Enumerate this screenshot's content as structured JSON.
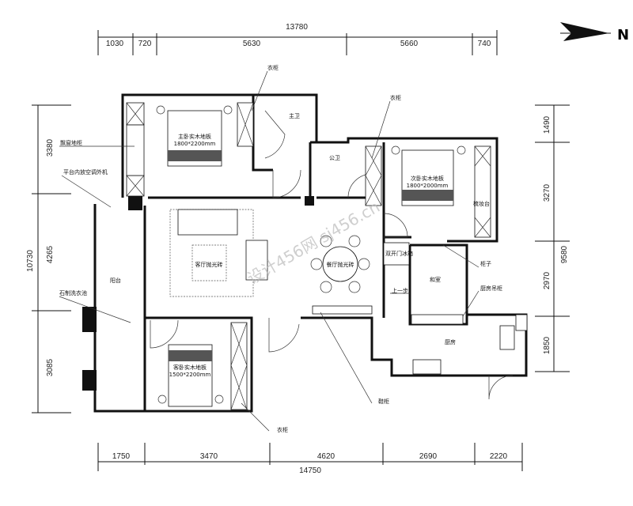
{
  "north": {
    "label": "N"
  },
  "dimensions": {
    "top_total": "13780",
    "top": [
      "1030",
      "720",
      "5630",
      "5660",
      "740"
    ],
    "bottom_total": "14750",
    "bottom": [
      "1750",
      "3470",
      "4620",
      "2690",
      "2220"
    ],
    "left_total": "10730",
    "left": [
      "3380",
      "4265",
      "3085"
    ],
    "right_total": "9580",
    "right": [
      "1490",
      "3270",
      "2970",
      "1850"
    ]
  },
  "rooms": {
    "master_bedroom": {
      "name": "主卧实木地板",
      "size": "1800*2200mm"
    },
    "second_bedroom": {
      "name": "次卧实木地板",
      "size": "1800*2000mm"
    },
    "guest_bedroom": {
      "name": "客卧实木地板",
      "size": "1500*2200mm"
    },
    "living_room": "客厅抛光砖",
    "dining_room": "餐厅抛光砖",
    "master_bath": "主卫",
    "public_bath": "公卫",
    "balcony": "阳台",
    "tatami": "和室",
    "kitchen": "厨房"
  },
  "callouts": {
    "wardrobe_top": "衣柜",
    "wardrobe_second": "衣柜",
    "wardrobe_guest": "衣柜",
    "bay_window_cabinet": "飘窗地柜",
    "ac_platform": "平台内放空调外机",
    "laundry_basin": "石制洗衣池",
    "fridge": "双开门冰箱",
    "cabinet": "柜子",
    "kitchen_cabinet": "厨房吊柜",
    "step_up": "上一步",
    "dresser": "梳妆台",
    "shoe_cabinet": "鞋柜"
  },
  "watermark": "设计456网 sj456.cn"
}
